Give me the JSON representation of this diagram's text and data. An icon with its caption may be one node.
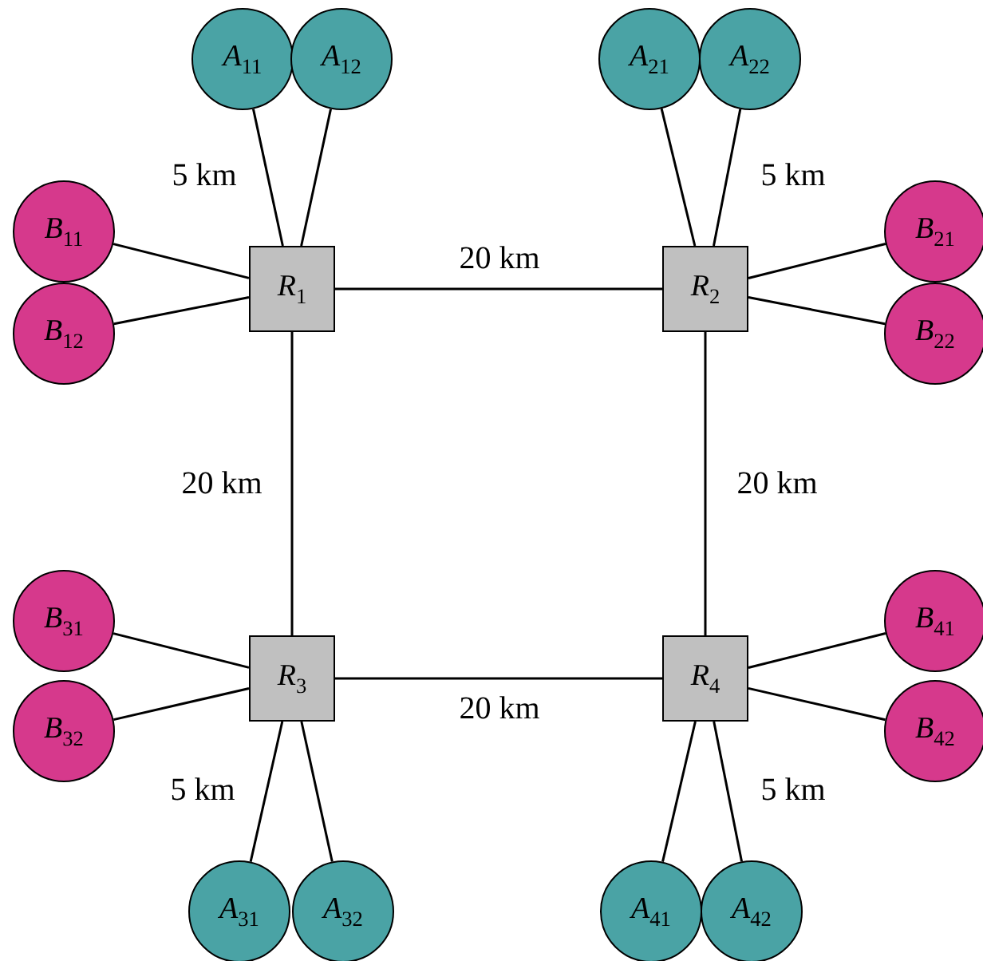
{
  "diagram": {
    "nodes": [
      {
        "text": [
          "*A*$_{11}$"
        ]
      },
      {
        "text": [
          "*A*$_{12}$"
        ]
      },
      {
        "text": [
          "*A*$_{21}$"
        ]
      },
      {
        "text": [
          "*A*$_{22}$"
        ]
      },
      {
        "text": [
          "*B*$_{11}$"
        ]
      },
      {
        "text": [
          "*R*$_{1}$"
        ]
      },
      {
        "text": [
          "*R*$_{2}$"
        ]
      },
      {
        "text": [
          "*B*$_{21}$"
        ]
      },
      {
        "text": [
          "*B*$_{12}$"
        ]
      },
      {
        "text": [
          "*B*$_{22}$"
        ]
      },
      {
        "text": [
          "*B*$_{31}$"
        ]
      },
      {
        "text": [
          "*R*$_{3}$"
        ]
      },
      {
        "text": [
          "*R*$_{4}$"
        ]
      },
      {
        "text": [
          "*B*$_{41}$"
        ]
      },
      {
        "text": [
          "*B*$_{32}$"
        ]
      },
      {
        "text": [
          "*B*$_{42}$"
        ]
      },
      {
        "text": [
          "*A*$_{31}$"
        ]
      },
      {
        "text": [
          "*A*$_{32}$"
        ]
      },
      {
        "text": [
          "*A*$_{41}$"
        ]
      },
      {
        "text": [
          "*A*$_{42}$"
        ]
      }
    ],
    "edges": [
      {
        "from": 5,
        "to": 6,
        "arrow": "none",
        "label": "20 km"
      },
      {
        "from": 5,
        "to": 11,
        "arrow": "none",
        "label": "20 km"
      },
      {
        "from": 6,
        "to": 12,
        "arrow": "none",
        "label": "20 km"
      },
      {
        "from": 11,
        "to": 12,
        "arrow": "none",
        "label": "20 km"
      },
      {
        "from": 0,
        "to": 5,
        "arrow": "none",
        "label": "5 km"
      },
      {
        "from": 1,
        "to": 5,
        "arrow": "none"
      },
      {
        "from": 4,
        "to": 5,
        "arrow": "none"
      },
      {
        "from": 8,
        "to": 5,
        "arrow": "none"
      },
      {
        "from": 2,
        "to": 6,
        "arrow": "none"
      },
      {
        "from": 3,
        "to": 6,
        "arrow": "none",
        "label": "5 km"
      },
      {
        "from": 7,
        "to": 6,
        "arrow": "none"
      },
      {
        "from": 9,
        "to": 6,
        "arrow": "none"
      },
      {
        "from": 10,
        "to": 11,
        "arrow": "none"
      },
      {
        "from": 14,
        "to": 11,
        "arrow": "none"
      },
      {
        "from": 16,
        "to": 11,
        "arrow": "none",
        "label": "5 km"
      },
      {
        "from": 17,
        "to": 11,
        "arrow": "none"
      },
      {
        "from": 13,
        "to": 12,
        "arrow": "none"
      },
      {
        "from": 15,
        "to": 12,
        "arrow": "none"
      },
      {
        "from": 18,
        "to": 12,
        "arrow": "none"
      },
      {
        "from": 19,
        "to": 12,
        "arrow": "none",
        "label": "5 km"
      }
    ]
  }
}
